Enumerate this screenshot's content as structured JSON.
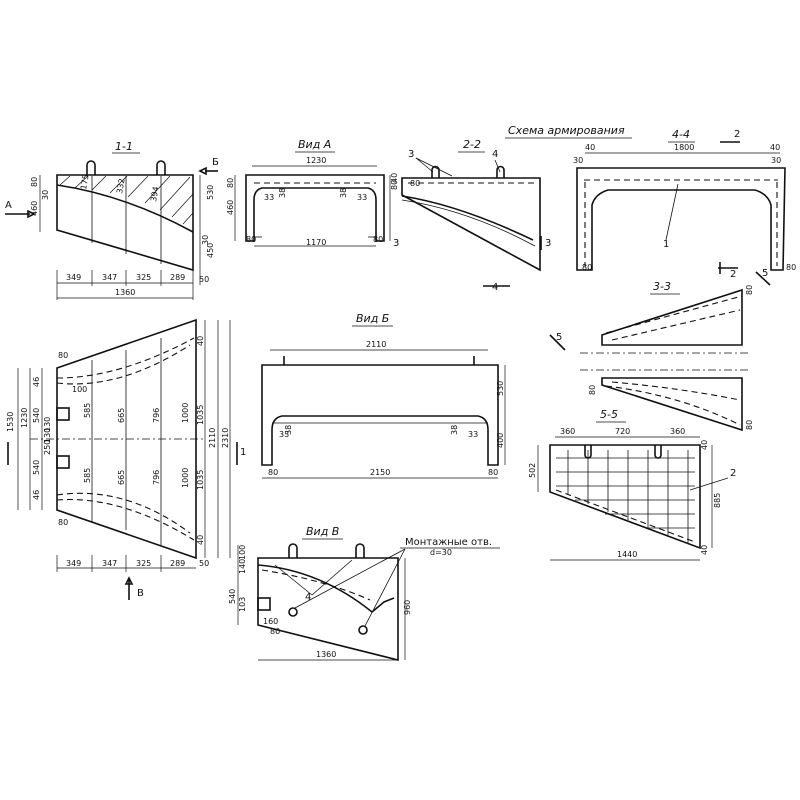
{
  "titles": {
    "s11": "1-1",
    "vidA": "Вид А",
    "s22": "2-2",
    "scheme": "Схема армирования",
    "s44": "4-4",
    "vidB": "Вид Б",
    "s33": "3-3",
    "s55": "5-5",
    "vidV": "Вид В",
    "holes": "Монтажные отв.",
    "holes_d": "d=30"
  },
  "markers": {
    "A": "А",
    "B": "Б",
    "V": "В",
    "n1": "1",
    "n2": "2",
    "n3": "3",
    "n4": "4",
    "n5": "5"
  },
  "dims": {
    "d80": "80",
    "d30": "30",
    "d460": "460",
    "d530": "530",
    "d450": "450",
    "d349": "349",
    "d347": "347",
    "d325": "325",
    "d289": "289",
    "d50": "50",
    "d1360": "1360",
    "d1230": "1230",
    "d1170": "1170",
    "d33": "33",
    "d38": "38",
    "d40": "40",
    "d1800": "1800",
    "d2110": "2110",
    "d2150": "2150",
    "d400": "400",
    "d1530": "1530",
    "d540": "540",
    "d585": "585",
    "d665": "665",
    "d796": "796",
    "d1000": "1000",
    "d1035": "1035",
    "d2310": "2310",
    "d130": "130",
    "d250": "250",
    "d100": "100",
    "d46": "46",
    "d360": "360",
    "d720": "720",
    "d502": "502",
    "d885": "885",
    "d1440": "1440",
    "d960": "960",
    "d175": "175",
    "d332": "332",
    "d394": "394",
    "d103": "103",
    "d160": "160",
    "d140": "140"
  }
}
